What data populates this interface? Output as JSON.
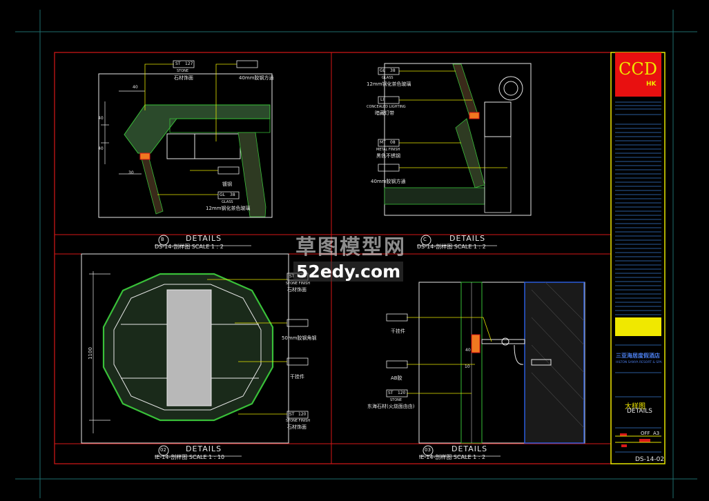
{
  "title_block": {
    "logo": "CCD",
    "logo_sub": "HK",
    "project_name": "三亚海居度假酒店",
    "project_sub": "HILTON SANYA RESORT & SPA",
    "drawing_title_cn": "大样图",
    "drawing_title_en": "DETAILS",
    "sheet_no": "DS-14-02",
    "size": "A3",
    "scale_code": "OFF"
  },
  "panels": {
    "b": {
      "marker": "B",
      "title": "DETAILS",
      "caption": "DS-14-剖样图  SCALE 1 : 2",
      "labels": [
        {
          "tag": "ST",
          "num": "127",
          "en": "STONE",
          "cn": "石材饰面"
        },
        {
          "num": "",
          "cn": "40mm胶钢方通"
        },
        {
          "num": "",
          "cn": "镀钢"
        },
        {
          "tag": "GL",
          "num": "38",
          "en": "GLASS",
          "cn": "12mm钢化茶色玻璃"
        }
      ],
      "dims": [
        "40",
        "40",
        "40",
        "30"
      ]
    },
    "c": {
      "marker": "C",
      "title": "DETAILS",
      "caption": "DS-14-剖样图  SCALE 1 : 2",
      "labels": [
        {
          "tag": "GL",
          "num": "38",
          "en": "GLASS",
          "cn": "12mm钢化茶色玻璃"
        },
        {
          "tag": "LI",
          "num": "",
          "en": "CONCEALED LIGHTING",
          "cn": "暗藏灯带"
        },
        {
          "tag": "MT",
          "num": "08",
          "en": "METAL FINISH",
          "cn": "黑色不锈钢"
        },
        {
          "num": "",
          "cn": "40mm胶钢方通"
        }
      ]
    },
    "p02": {
      "marker": "02",
      "title": "DETAILS",
      "caption": "IE-14-剖样图  SCALE 1 : 10",
      "labels": [
        {
          "tag": "ST",
          "num": "120",
          "en": "STONE FINISH",
          "cn": "石材饰面"
        },
        {
          "num": "",
          "cn": "50mm胶钢角钢"
        },
        {
          "num": "",
          "cn": "干挂件"
        },
        {
          "tag": "ST",
          "num": "120",
          "en": "STONE FINISH",
          "cn": "石材饰面"
        }
      ],
      "dim": "1100"
    },
    "p03": {
      "marker": "03",
      "title": "DETAILS",
      "caption": "IE-14-剖样图  SCALE 1 : 2",
      "labels": [
        {
          "num": "",
          "cn": "干挂件"
        },
        {
          "num": "",
          "cn": "AB胶"
        },
        {
          "tag": "ST",
          "num": "120",
          "en": "STONE",
          "cn": "东海石材(火烧面由由)"
        }
      ],
      "dims": [
        "40",
        "10"
      ]
    }
  },
  "watermark": {
    "line1": "草图模型网",
    "line2": "52edy.com"
  }
}
